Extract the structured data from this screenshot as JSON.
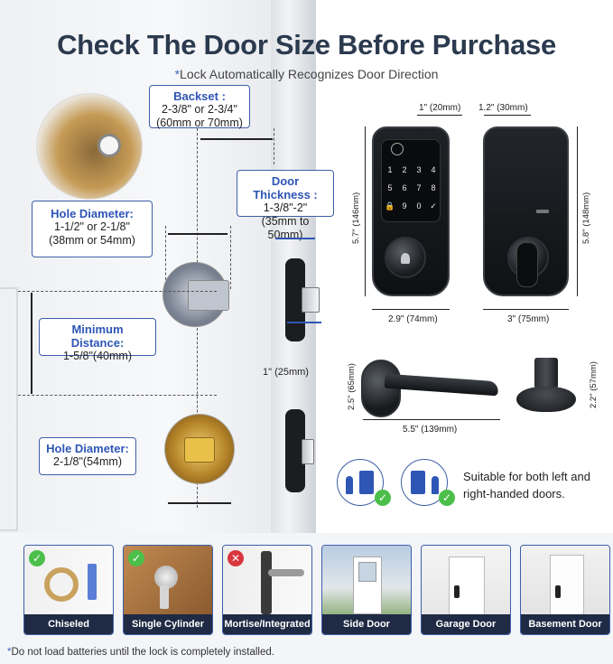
{
  "title": "Check The Door Size Before Purchase",
  "subtitle": {
    "star": "*",
    "text": "Lock Automatically Recognizes Door Direction"
  },
  "backset": {
    "heading": "Backset :",
    "line1": "2-3/8\" or 2-3/4\"",
    "line2": "(60mm or 70mm)"
  },
  "door_thickness": {
    "heading": "Door Thickness :",
    "line1": "1-3/8\"-2\"",
    "line2": "(35mm to 50mm)"
  },
  "hole_diameter_1": {
    "heading": "Hole Diameter:",
    "line1": "1-1/2\" or 2-1/8\"",
    "line2": "(38mm or 54mm)"
  },
  "minimum_distance": {
    "heading": "Minimum Distance:",
    "line1": "1-5/8\"(40mm)"
  },
  "hole_diameter_2": {
    "heading": "Hole Diameter:",
    "line1": "2-1/8\"(54mm)"
  },
  "latch_depth": "1\" (25mm)",
  "dims": {
    "front_depth": "1\" (20mm)",
    "back_depth": "1.2\" (30mm)",
    "front_height": "5.7\" (146mm)",
    "back_height": "5.8\" (148mm)",
    "front_width": "2.9\" (74mm)",
    "back_width": "3\" (75mm)",
    "lever_height": "2.5\" (65mm)",
    "lever_length": "5.5\" (139mm)",
    "rose_height": "2.2\" (57mm)"
  },
  "keypad_keys": [
    "1",
    "2",
    "3",
    "4",
    "5",
    "6",
    "7",
    "8",
    "9",
    "0"
  ],
  "suitable_text": {
    "line1": "Suitable for both left and",
    "line2": "right-handed doors."
  },
  "cards": [
    {
      "label": "Chiseled",
      "status": "ok"
    },
    {
      "label": "Single Cylinder",
      "status": "ok"
    },
    {
      "label": "Mortise/Integrated",
      "status": "no"
    },
    {
      "label": "Side Door",
      "status": "none"
    },
    {
      "label": "Garage Door",
      "status": "none"
    },
    {
      "label": "Basement Door",
      "status": "none"
    }
  ],
  "note": {
    "star": "*",
    "text": "Do not load batteries until the lock is completely installed."
  },
  "colors": {
    "accent": "#3d5ea8",
    "title": "#2b3a4e",
    "ok": "#4cbf4a",
    "no": "#d9363e",
    "card_label_bg": "#1f2a44"
  }
}
